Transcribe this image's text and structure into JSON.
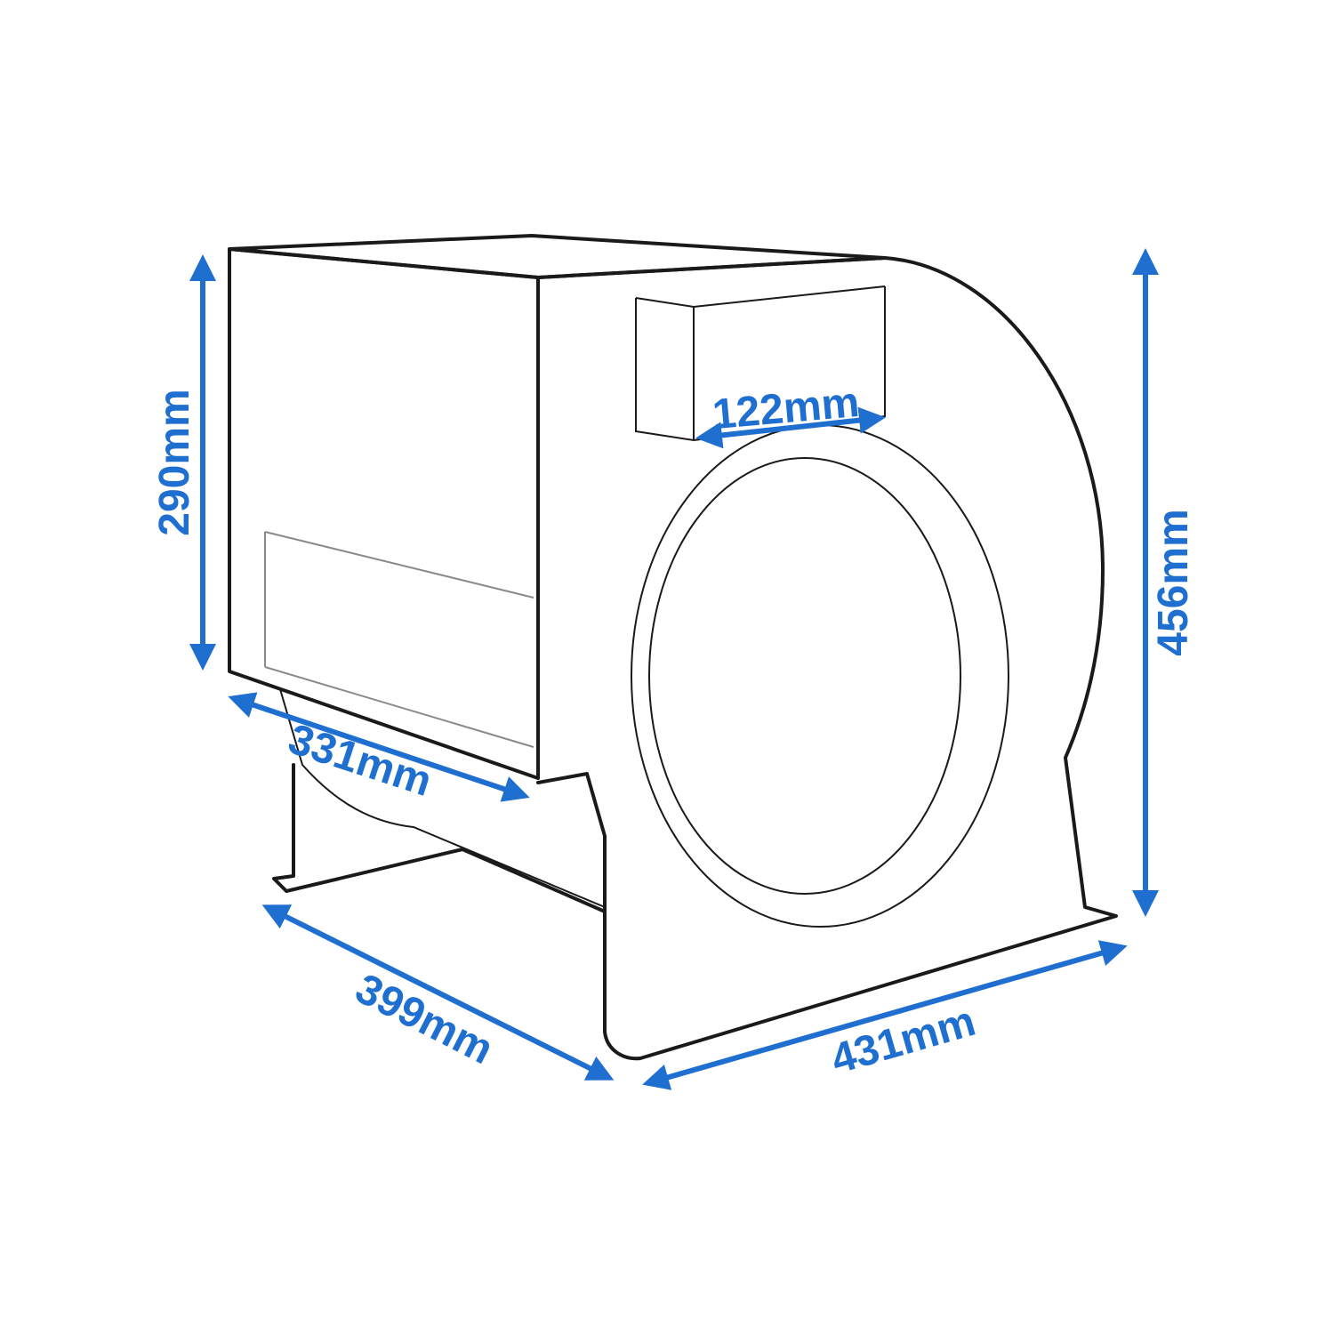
{
  "colors": {
    "dimension": "#1f6fd0",
    "outline": "#1a1a1a",
    "background": "#ffffff"
  },
  "dimensions": {
    "height_box": "290mm",
    "depth_box": "331mm",
    "outlet_width": "122mm",
    "height_total": "456mm",
    "depth_base": "399mm",
    "width_base": "431mm"
  }
}
